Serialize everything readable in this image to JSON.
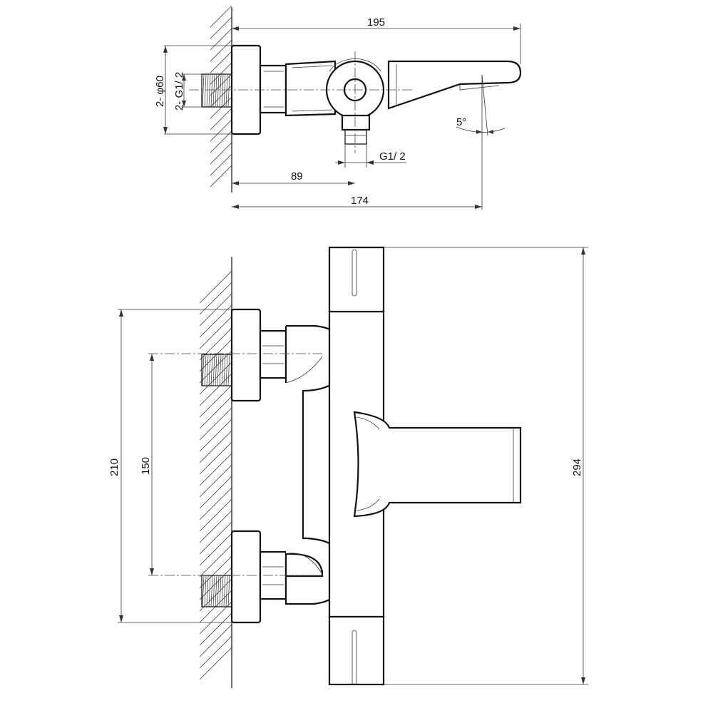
{
  "dimensions": {
    "width_overall": "195",
    "depth_outlet": "89",
    "depth_total": "174",
    "angle": "5°",
    "inlet_diameter": "2- φ60",
    "inlet_thread": "2- G1/ 2",
    "outlet_thread": "G1/ 2",
    "height_total": "294",
    "height_plates": "210",
    "inlet_spacing": "150"
  }
}
